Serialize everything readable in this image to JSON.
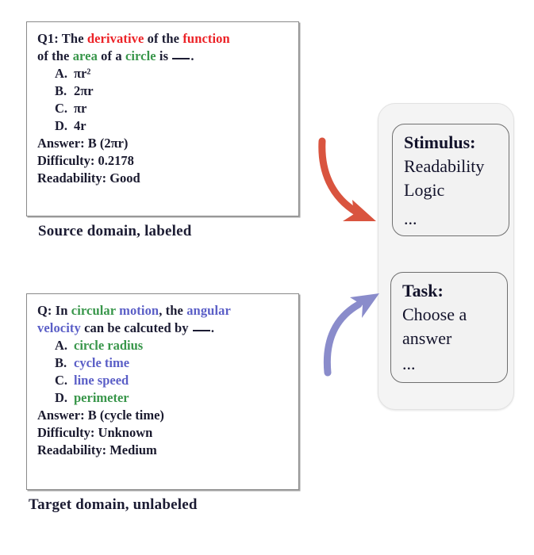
{
  "diagram": {
    "title": "Source and target domain question examples mapped to stimulus and task",
    "colors": {
      "red": "#ec2227",
      "green": "#38964a",
      "blue": "#5b5fc7",
      "black": "#1c1c33",
      "arrow_source": "#d9543f",
      "arrow_target": "#8a8ccb",
      "panel_bg": "#f4f4f4",
      "card_border": "#6f6f6f"
    }
  },
  "source_box": {
    "question_line1": [
      {
        "text": "Q1: The ",
        "color": "black"
      },
      {
        "text": "derivative",
        "color": "red"
      },
      {
        "text": " of the ",
        "color": "black"
      },
      {
        "text": "function",
        "color": "red"
      }
    ],
    "question_line2": [
      {
        "text": "of the ",
        "color": "black"
      },
      {
        "text": "area",
        "color": "green"
      },
      {
        "text": " of a ",
        "color": "black"
      },
      {
        "text": "circle",
        "color": "green"
      },
      {
        "text": " is ",
        "color": "black"
      },
      {
        "text": "__BLANK__",
        "color": "black"
      },
      {
        "text": ".",
        "color": "black"
      }
    ],
    "options": [
      {
        "letter": "A.",
        "text": "πr²",
        "color": "black"
      },
      {
        "letter": "B.",
        "text": "2πr",
        "color": "black"
      },
      {
        "letter": "C.",
        "text": "πr",
        "color": "black"
      },
      {
        "letter": "D.",
        "text": "4r",
        "color": "black"
      }
    ],
    "answer": "Answer: B (2πr)",
    "difficulty": "Difficulty: 0.2178",
    "readability": "Readability: Good",
    "caption": "Source domain, labeled"
  },
  "target_box": {
    "question_line1": [
      {
        "text": "Q: In ",
        "color": "black"
      },
      {
        "text": "circular",
        "color": "green"
      },
      {
        "text": " ",
        "color": "black"
      },
      {
        "text": "motion",
        "color": "blue"
      },
      {
        "text": ", the ",
        "color": "black"
      },
      {
        "text": "angular",
        "color": "blue"
      }
    ],
    "question_line2": [
      {
        "text": "velocity",
        "color": "blue"
      },
      {
        "text": " can be calcuted by ",
        "color": "black"
      },
      {
        "text": "__BLANK__",
        "color": "black"
      },
      {
        "text": ".",
        "color": "black"
      }
    ],
    "options": [
      {
        "letter": "A.",
        "text": "circle radius",
        "color": "green"
      },
      {
        "letter": "B.",
        "text": "cycle time",
        "color": "blue"
      },
      {
        "letter": "C.",
        "text": "line speed",
        "color": "blue"
      },
      {
        "letter": "D.",
        "text": "perimeter",
        "color": "green"
      }
    ],
    "answer": "Answer: B (cycle time)",
    "difficulty": "Difficulty: Unknown",
    "readability": "Readability: Medium",
    "caption": "Target domain, unlabeled"
  },
  "right_panel": {
    "stimulus_card": {
      "title": "Stimulus:",
      "lines": [
        "Readability",
        "Logic"
      ],
      "ellipsis": "..."
    },
    "task_card": {
      "title": "Task:",
      "lines": [
        "Choose a",
        "answer"
      ],
      "ellipsis": "..."
    }
  },
  "arrows": [
    {
      "name": "source-to-stimulus",
      "from": "source_box",
      "to": "stimulus_card",
      "color": "#d9543f"
    },
    {
      "name": "target-to-task",
      "from": "target_box",
      "to": "task_card",
      "color": "#8a8ccb"
    }
  ]
}
